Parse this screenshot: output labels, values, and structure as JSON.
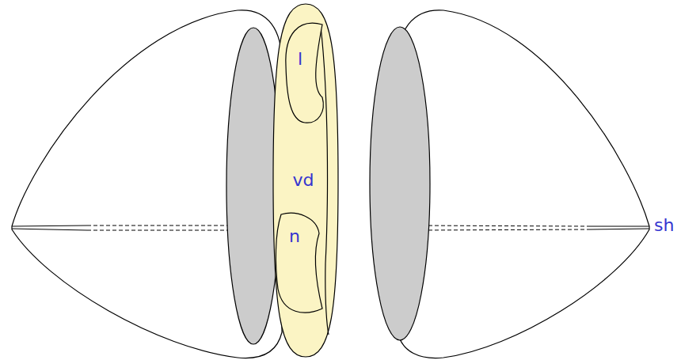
{
  "diagram": {
    "nodes": [
      {
        "text": [
          "vd"
        ]
      },
      {
        "text": [
          "l"
        ],
        "in": 0
      },
      {
        "text": [
          "n"
        ],
        "in": 0
      }
    ],
    "labels": [
      "sh"
    ]
  }
}
